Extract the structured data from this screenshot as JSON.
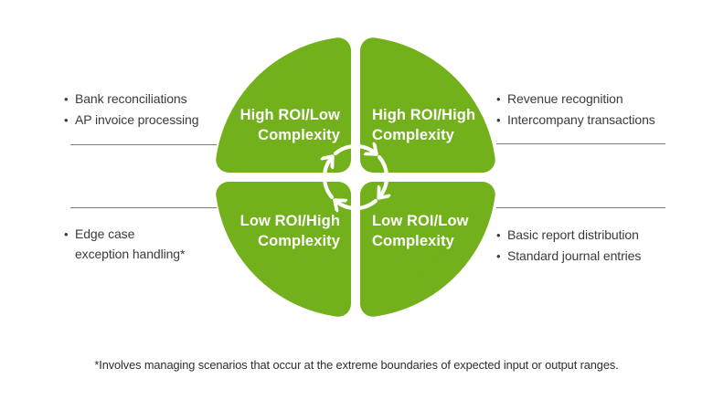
{
  "colors": {
    "quadrant_green": "#72B01C",
    "label_white": "#ffffff",
    "list_text": "#3b3b3b",
    "divider_gray": "#7c7c7c"
  },
  "quadrants": {
    "top_left": {
      "label_line1": "High ROI/Low",
      "label_line2": "Complexity"
    },
    "top_right": {
      "label_line1": "High ROI/High",
      "label_line2": "Complexity"
    },
    "bottom_left": {
      "label_line1": "Low ROI/High",
      "label_line2": "Complexity"
    },
    "bottom_right": {
      "label_line1": "Low ROI/Low",
      "label_line2": "Complexity"
    }
  },
  "lists": {
    "top_left": {
      "items": [
        "Bank reconciliations",
        "AP invoice processing"
      ]
    },
    "top_right": {
      "items": [
        "Revenue recognition",
        "Intercompany transactions"
      ]
    },
    "bottom_left": {
      "items": [
        "Edge case\nexception handling*"
      ]
    },
    "bottom_right": {
      "items": [
        "Basic report distribution",
        "Standard journal entries"
      ]
    }
  },
  "icons": {
    "center_cycle": "cycle-arrows-icon",
    "bullet": "bullet-icon"
  },
  "footnote": "*Involves managing scenarios that occur at the extreme boundaries of expected input or output ranges."
}
